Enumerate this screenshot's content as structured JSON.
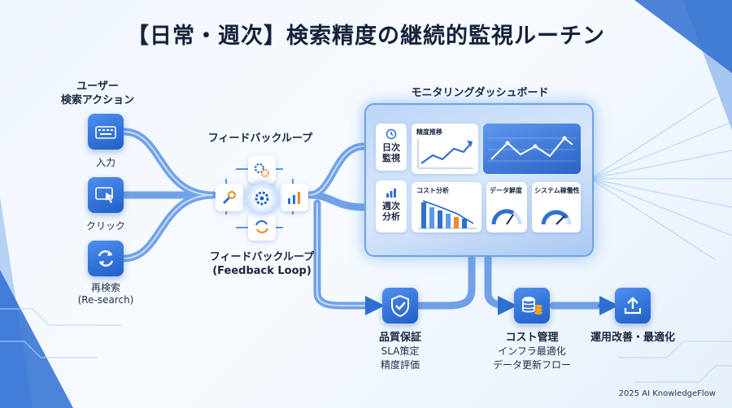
{
  "title": "【日常・週次】検索精度の継続的監視ルーチン",
  "user_action": {
    "heading": "ユーザー\n検索アクション",
    "items": [
      {
        "label": "入力",
        "icon": "keyboard-icon"
      },
      {
        "label": "クリック",
        "icon": "cursor-click-icon"
      },
      {
        "label": "再検索\n(Re-search)",
        "icon": "refresh-icon"
      }
    ]
  },
  "feedback_loop": {
    "label_top": "フィードバックループ",
    "label_bottom": "フィードバックループ\n(Feedback Loop)"
  },
  "dashboard": {
    "heading": "モニタリングダッシュボード",
    "daily_tab": "日次\n監視",
    "weekly_tab": "週次\n分析",
    "panels": {
      "accuracy_trend": "精度推移",
      "cost_analysis": "コスト分析",
      "data_freshness": "データ鮮度",
      "system_stability": "システム稼働性"
    }
  },
  "outputs": {
    "quality": {
      "title": "品質保証",
      "sub": "SLA策定\n精度評価",
      "icon": "shield-check-icon"
    },
    "cost": {
      "title": "コスト管理",
      "sub": "インフラ最適化\nデータ更新フロー",
      "icon": "database-coins-icon"
    },
    "ops": {
      "title": "運用改善・最適化",
      "icon": "upload-icon"
    }
  },
  "footer": "2025 AI KnowledgeFlow",
  "colors": {
    "accent": "#2f6fd0",
    "flow": "#4a86e0",
    "text": "#16223a"
  }
}
